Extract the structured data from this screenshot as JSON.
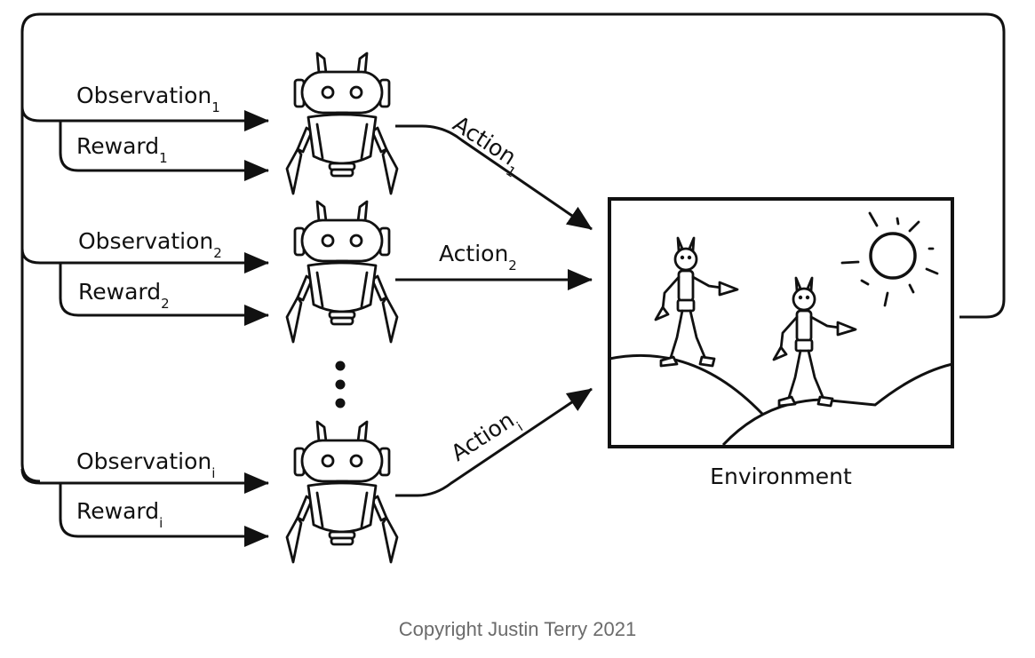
{
  "agents": [
    {
      "observation": "Observation",
      "observation_sub": "1",
      "reward": "Reward",
      "reward_sub": "1",
      "action": "Action",
      "action_sub": "1"
    },
    {
      "observation": "Observation",
      "observation_sub": "2",
      "reward": "Reward",
      "reward_sub": "2",
      "action": "Action",
      "action_sub": "2"
    },
    {
      "observation": "Observation",
      "observation_sub": "i",
      "reward": "Reward",
      "reward_sub": "i",
      "action": "Action",
      "action_sub": "i"
    }
  ],
  "environment": {
    "label": "Environment"
  },
  "caption": "Copyright Justin Terry 2021"
}
